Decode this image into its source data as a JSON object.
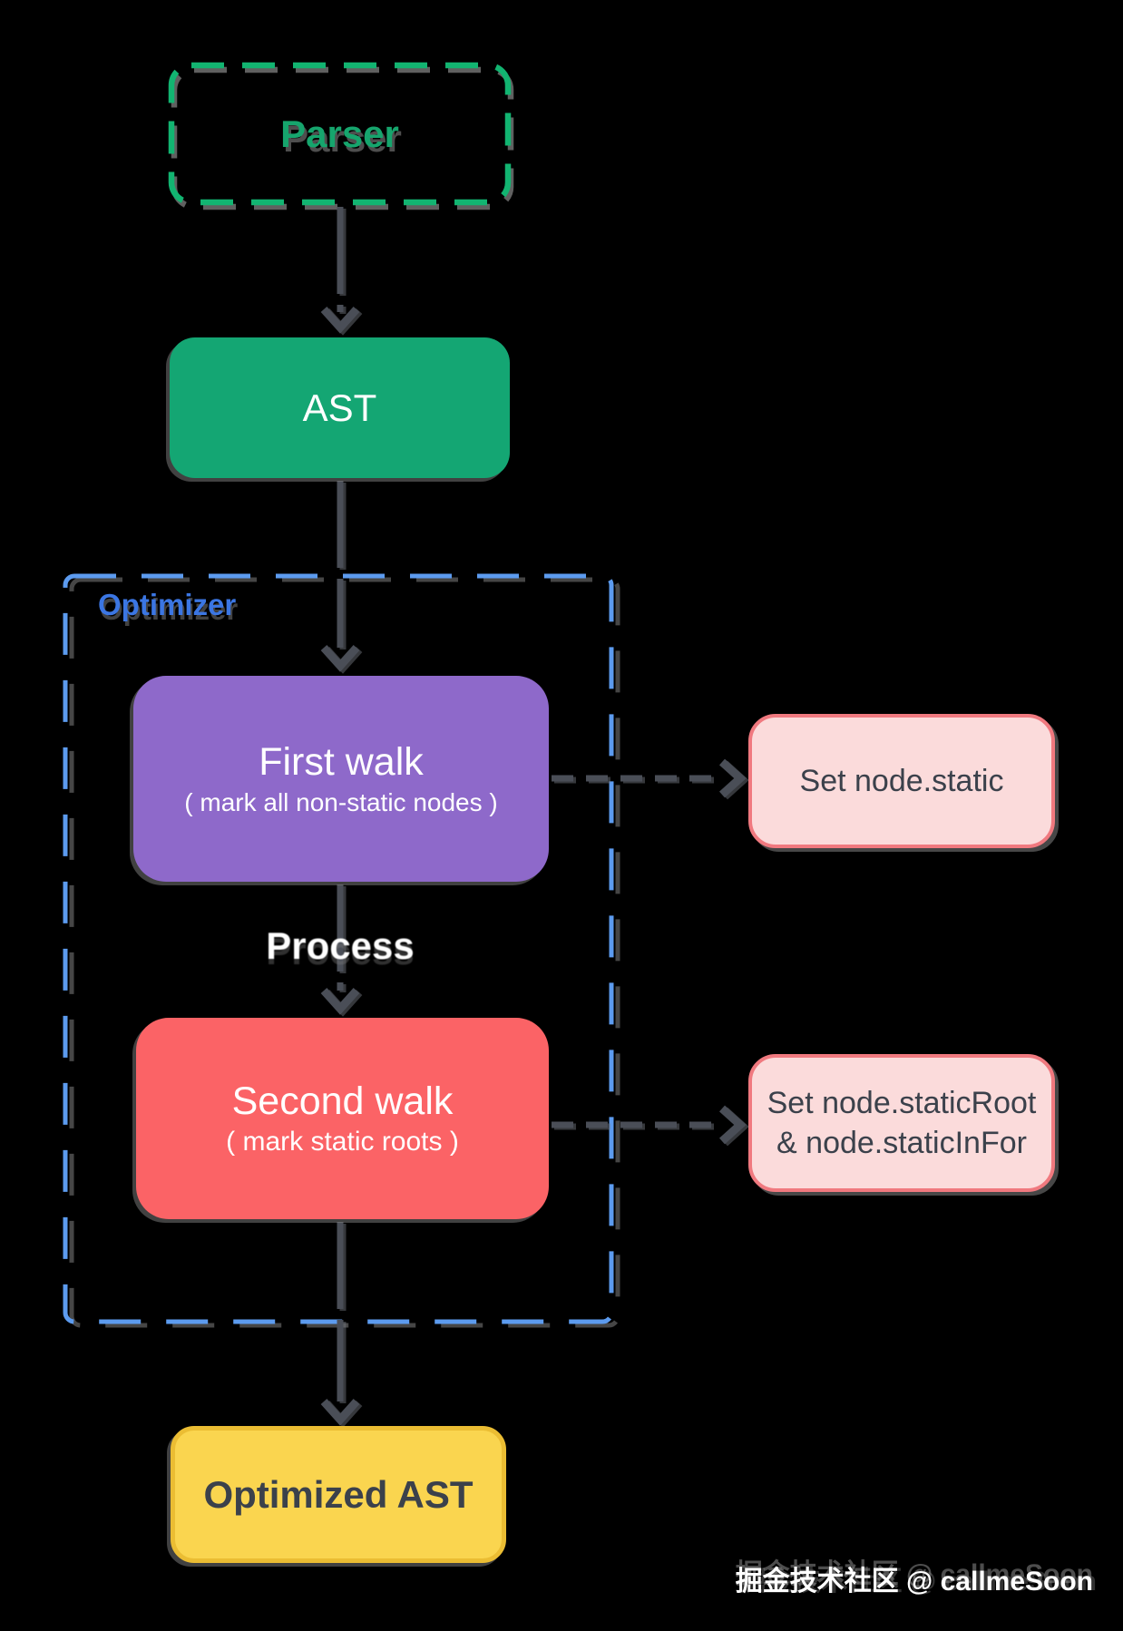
{
  "colors": {
    "green_dash": "#12B471",
    "green_text": "#16A56D",
    "ast_fill": "#14A673",
    "purple_fill": "#8E69CA",
    "red_fill": "#FB6366",
    "pink_fill": "#FBDBDB",
    "pink_border": "#F0797F",
    "yellow_fill": "#FAD54F",
    "yellow_border": "#EBBD33",
    "blue_dash": "#5C9BEF",
    "blue_label": "#3B76E3",
    "arrow": "#4A4E57",
    "dark_text": "#3B414B",
    "white_text": "#FFFFFF",
    "background": "#000000"
  },
  "nodes": {
    "parser": {
      "label": "Parser"
    },
    "ast": {
      "label": "AST"
    },
    "optimizer": {
      "label": "Optimizer"
    },
    "first_walk": {
      "title": "First walk",
      "subtitle": "( mark all non-static nodes )"
    },
    "process": {
      "label": "Process"
    },
    "second_walk": {
      "title": "Second walk",
      "subtitle": "( mark static roots )"
    },
    "set_static": {
      "label": "Set node.static"
    },
    "set_static_root": {
      "line1": "Set node.staticRoot",
      "line2": "& node.staticInFor"
    },
    "optimized_ast": {
      "label": "Optimized AST"
    }
  },
  "watermark": {
    "text": "掘金技术社区 @ callmeSoon"
  }
}
